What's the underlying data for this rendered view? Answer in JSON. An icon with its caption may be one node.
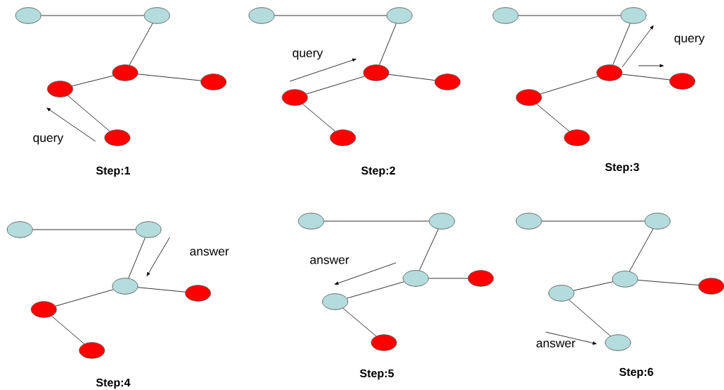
{
  "diagram": {
    "nodes": [
      {
        "text": [],
        "shape": "circle"
      },
      {
        "text": [],
        "shape": "circle"
      },
      {
        "text": [],
        "shape": "circle"
      },
      {
        "text": [],
        "shape": "circle"
      },
      {
        "text": [],
        "shape": "circle"
      },
      {
        "text": [],
        "shape": "circle"
      },
      {
        "text": [],
        "shape": "circle"
      },
      {
        "text": [],
        "shape": "circle"
      },
      {
        "text": [],
        "shape": "circle"
      },
      {
        "text": [],
        "shape": "circle"
      },
      {
        "text": [],
        "shape": "circle"
      },
      {
        "text": [],
        "shape": "circle"
      },
      {
        "text": [],
        "shape": "circle"
      },
      {
        "text": [],
        "shape": "circle"
      },
      {
        "text": [],
        "shape": "circle"
      },
      {
        "text": [],
        "shape": "circle"
      },
      {
        "text": [],
        "shape": "circle"
      },
      {
        "text": [],
        "shape": "circle"
      },
      {
        "text": [],
        "shape": "circle"
      },
      {
        "text": [],
        "shape": "circle"
      },
      {
        "text": [],
        "shape": "circle"
      },
      {
        "text": [],
        "shape": "circle"
      },
      {
        "text": [],
        "shape": "circle"
      },
      {
        "text": [],
        "shape": "circle"
      },
      {
        "text": [],
        "shape": "circle"
      },
      {
        "text": [],
        "shape": "circle"
      },
      {
        "text": [],
        "shape": "circle"
      },
      {
        "text": [],
        "shape": "circle"
      },
      {
        "text": [],
        "shape": "circle"
      },
      {
        "text": [],
        "shape": "circle"
      },
      {
        "text": [],
        "shape": "circle"
      },
      {
        "text": [],
        "shape": "circle"
      },
      {
        "text": [],
        "shape": "circle"
      },
      {
        "text": [],
        "shape": "circle"
      },
      {
        "text": [],
        "shape": "circle"
      },
      {
        "text": [],
        "shape": "circle"
      }
    ],
    "edges": [
      {
        "from": 0,
        "to": 1,
        "arrow": "none"
      },
      {
        "from": 1,
        "to": 2,
        "arrow": "none"
      },
      {
        "from": 2,
        "to": 3,
        "arrow": "none"
      },
      {
        "from": 2,
        "to": 4,
        "arrow": "none"
      },
      {
        "from": 4,
        "to": 5,
        "arrow": "none"
      },
      {
        "from": 6,
        "to": 7,
        "arrow": "none"
      },
      {
        "from": 7,
        "to": 8,
        "arrow": "none"
      },
      {
        "from": 8,
        "to": 9,
        "arrow": "none"
      },
      {
        "from": 8,
        "to": 10,
        "arrow": "none"
      },
      {
        "from": 10,
        "to": 11,
        "arrow": "none"
      },
      {
        "from": 12,
        "to": 13,
        "arrow": "none"
      },
      {
        "from": 13,
        "to": 14,
        "arrow": "none"
      },
      {
        "from": 14,
        "to": 15,
        "arrow": "none"
      },
      {
        "from": 14,
        "to": 16,
        "arrow": "none"
      },
      {
        "from": 16,
        "to": 17,
        "arrow": "none"
      },
      {
        "from": 18,
        "to": 19,
        "arrow": "none"
      },
      {
        "from": 19,
        "to": 20,
        "arrow": "none"
      },
      {
        "from": 20,
        "to": 21,
        "arrow": "none"
      },
      {
        "from": 20,
        "to": 22,
        "arrow": "none"
      },
      {
        "from": 22,
        "to": 23,
        "arrow": "none"
      },
      {
        "from": 24,
        "to": 25,
        "arrow": "none"
      },
      {
        "from": 25,
        "to": 26,
        "arrow": "none"
      },
      {
        "from": 26,
        "to": 27,
        "arrow": "none"
      },
      {
        "from": 26,
        "to": 28,
        "arrow": "none"
      },
      {
        "from": 28,
        "to": 29,
        "arrow": "none"
      },
      {
        "from": 30,
        "to": 31,
        "arrow": "none"
      },
      {
        "from": 31,
        "to": 32,
        "arrow": "none"
      },
      {
        "from": 32,
        "to": 33,
        "arrow": "none"
      },
      {
        "from": 32,
        "to": 34,
        "arrow": "none"
      },
      {
        "from": 34,
        "to": 35,
        "arrow": "none"
      }
    ],
    "labels": [
      "query",
      "Step:1",
      "query",
      "Step:2",
      "query",
      "Step:3",
      "answer",
      "Step:4",
      "answer",
      "Step:5",
      "answer",
      "Step:6"
    ]
  }
}
